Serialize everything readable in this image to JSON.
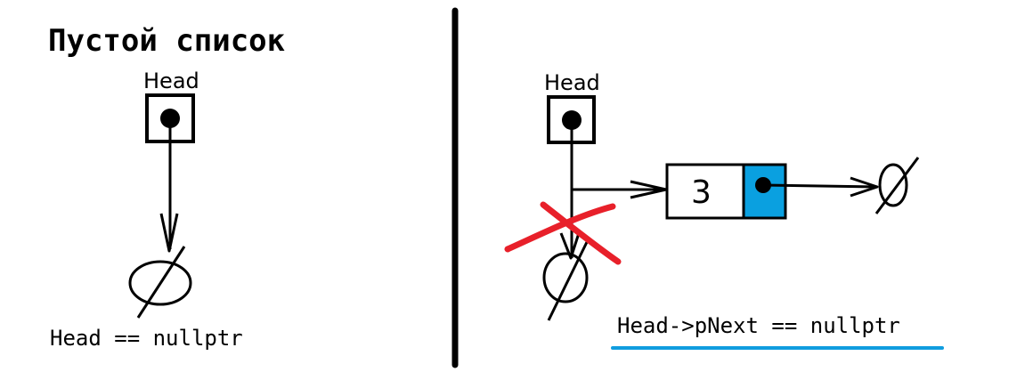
{
  "left": {
    "title": "Пустой список",
    "head_label": "Head",
    "condition": "Head == nullptr"
  },
  "right": {
    "head_label": "Head",
    "node_value": "3",
    "condition": "Head->pNext == nullptr"
  },
  "colors": {
    "ink": "#000000",
    "strike": "#e8202a",
    "pointer_cell": "#0aa0e0",
    "underline": "#109ddf"
  },
  "icons": [
    "null-symbol-icon",
    "null-symbol-icon",
    "null-symbol-icon",
    "pointer-dot-icon"
  ]
}
